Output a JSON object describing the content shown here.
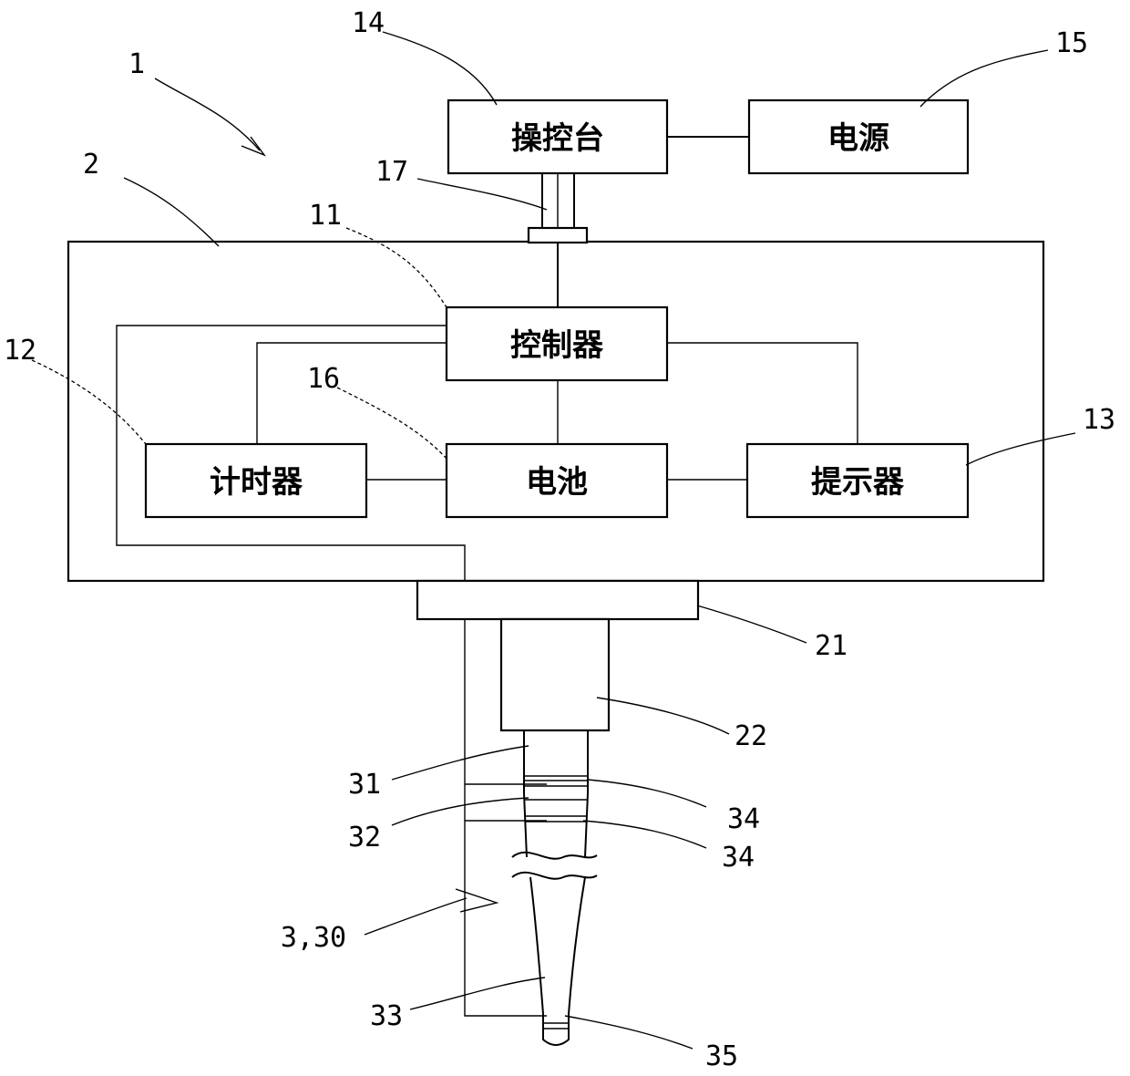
{
  "boxes": {
    "console": "操控台",
    "power_supply": "电源",
    "controller": "控制器",
    "timer": "计时器",
    "battery": "电池",
    "indicator": "提示器"
  },
  "refs": {
    "r1": "1",
    "r2": "2",
    "r11": "11",
    "r12": "12",
    "r13": "13",
    "r14": "14",
    "r15": "15",
    "r16": "16",
    "r17": "17",
    "r21": "21",
    "r22": "22",
    "r31": "31",
    "r32": "32",
    "r33": "33",
    "r34a": "34",
    "r34b": "34",
    "r35": "35",
    "r3_30": "3,30"
  }
}
